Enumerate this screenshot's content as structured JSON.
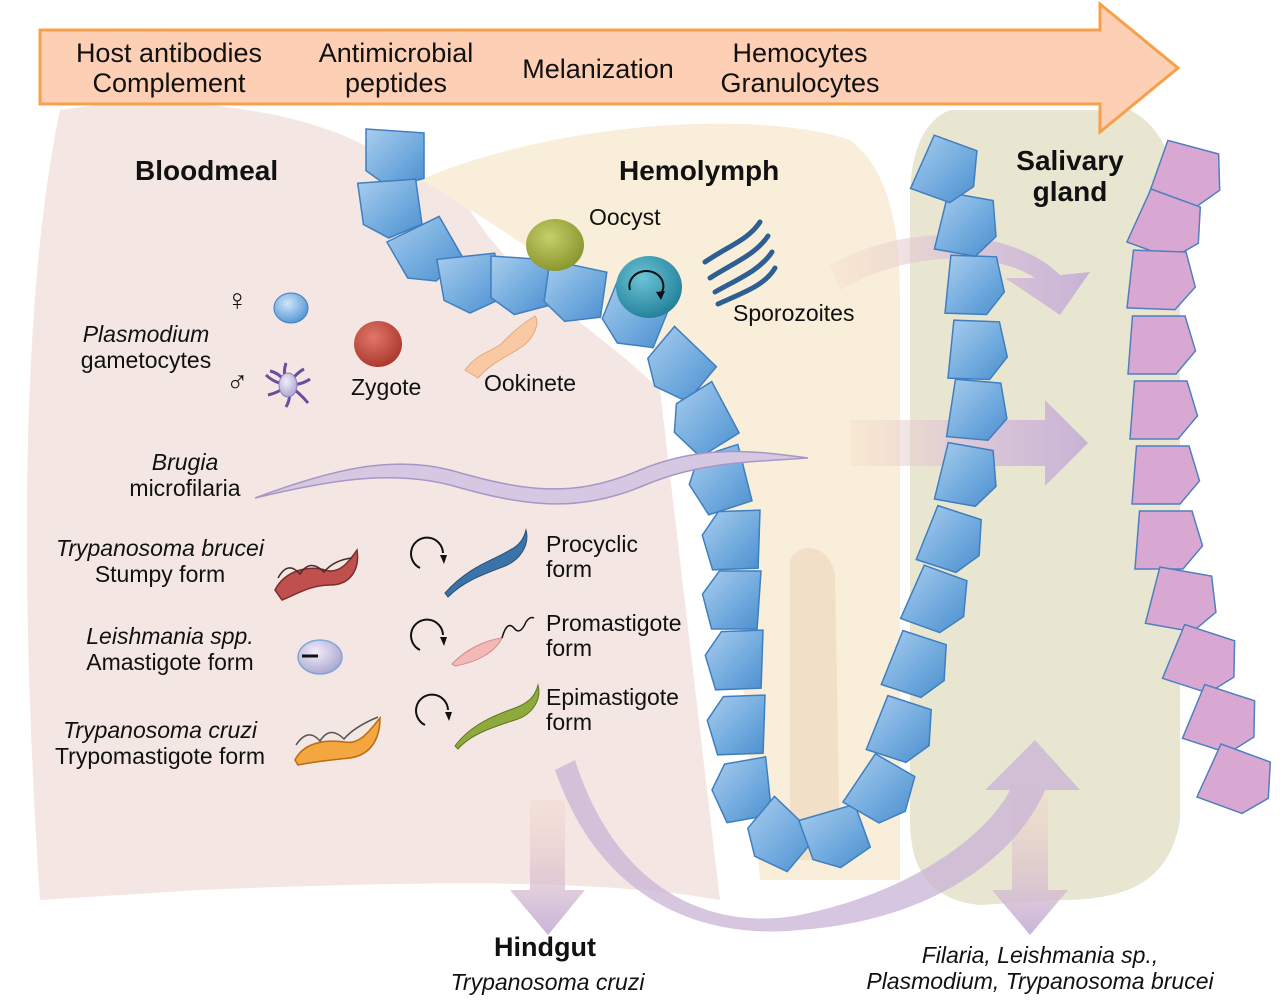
{
  "immune_arrow": {
    "items": [
      {
        "line1": "Host antibodies",
        "line2": "Complement"
      },
      {
        "line1": "Antimicrobial",
        "line2": "peptides"
      },
      {
        "line1": "Melanization",
        "line2": ""
      },
      {
        "line1": "Hemocytes",
        "line2": "Granulocytes"
      }
    ]
  },
  "compartments": {
    "bloodmeal": "Bloodmeal",
    "hemolymph": "Hemolymph",
    "salivary_gland": {
      "line1": "Salivary",
      "line2": "gland"
    },
    "hindgut": "Hindgut"
  },
  "plasmodium": {
    "name": "Plasmodium",
    "sub": "gametocytes",
    "female_symbol": "♀",
    "male_symbol": "♂",
    "stages": {
      "zygote": "Zygote",
      "ookinete": "Ookinete",
      "oocyst": "Oocyst",
      "sporozoites": "Sporozoites"
    }
  },
  "brugia": {
    "name": "Brugia",
    "sub": "microfilaria"
  },
  "parasites": [
    {
      "name": "Trypanosoma brucei",
      "form": "Stumpy form",
      "vector_form_line1": "Procyclic",
      "vector_form_line2": "form"
    },
    {
      "name": "Leishmania spp.",
      "form": "Amastigote form",
      "vector_form_line1": "Promastigote",
      "vector_form_line2": "form"
    },
    {
      "name": "Trypanosoma cruzi",
      "form": "Trypomastigote form",
      "vector_form_line1": "Epimastigote",
      "vector_form_line2": "form"
    }
  ],
  "outputs": {
    "hindgut_species": "Trypanosoma cruzi",
    "saliva_species_line1": "Filaria, Leishmania sp.,",
    "saliva_species_line2": "Plasmodium, Trypanosoma brucei"
  },
  "colors": {
    "immune_arrow_fill": "#fdd0b6",
    "immune_arrow_stroke": "#f5a04a",
    "bloodmeal_bg": "#f4e6e2",
    "hemolymph_bg": "#f7ecd8",
    "salivary_bg": "#e8e6d2",
    "midgut_cell": "#5b9bd5",
    "salivary_cell": "#d9a8d2",
    "transit_arrow": "#c9b3d6"
  }
}
